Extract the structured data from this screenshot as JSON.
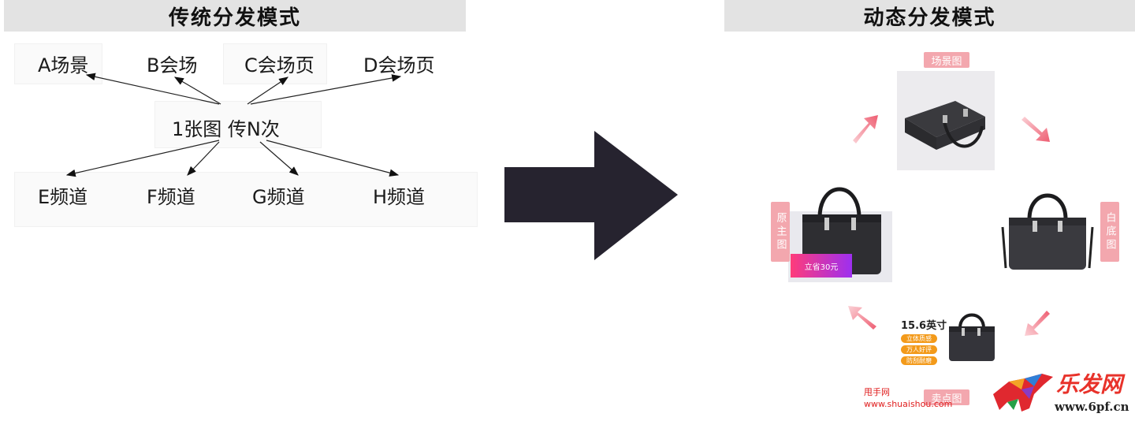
{
  "left_panel": {
    "title": "传统分发模式",
    "top_targets": [
      "A场景",
      "B会场",
      "C会场页",
      "D会场页"
    ],
    "center": "1张图  传N次",
    "bottom_targets": [
      "E频道",
      "F频道",
      "G频道",
      "H频道"
    ]
  },
  "right_panel": {
    "title": "动态分发模式",
    "tags": {
      "scene": "场景图",
      "white": "白底图",
      "sell": "卖点图",
      "main": "原主图"
    },
    "sell_point": {
      "title": "15.6英寸",
      "pills": [
        "立体质感",
        "万人好评",
        "防刮耐磨"
      ]
    },
    "promo": "立省30元"
  },
  "watermarks": {
    "site_cn": "甩手网",
    "site_url": "www.shuaishou.com",
    "brand": "乐发网",
    "brand_url": "www.6pf.cn"
  },
  "colors": {
    "header_bg": "#e3e3e3",
    "big_arrow": "#26232f",
    "tag_pink": "#f3a7ae",
    "cycle_arrow": "#f06a7a"
  }
}
